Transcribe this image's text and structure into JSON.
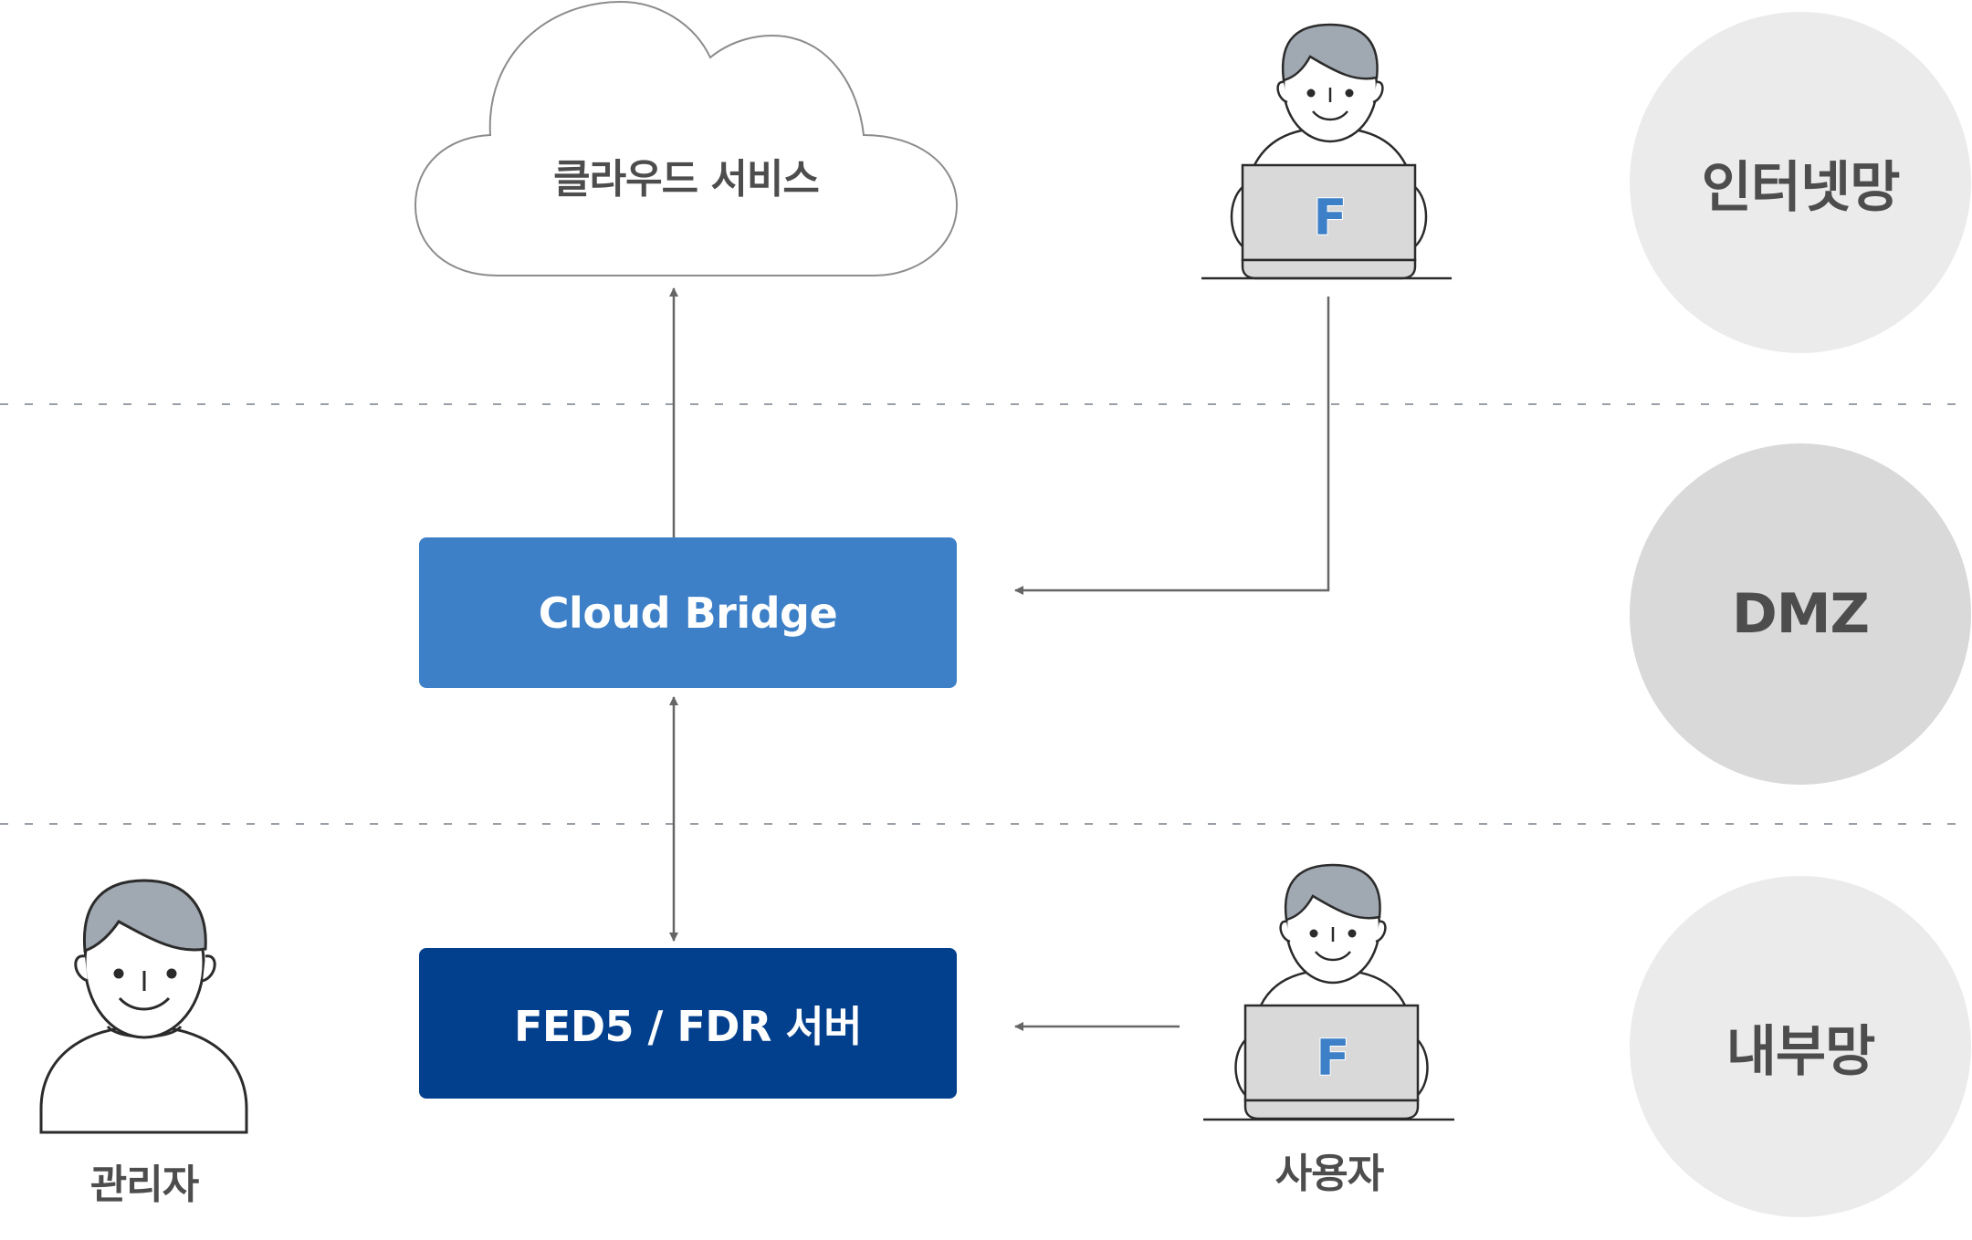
{
  "zones": [
    {
      "label": "인터넷망",
      "shade": "light"
    },
    {
      "label": "DMZ",
      "shade": "mid"
    },
    {
      "label": "내부망",
      "shade": "light"
    }
  ],
  "nodes": {
    "cloud_service": {
      "label": "클라우드 서비스"
    },
    "cloud_bridge": {
      "label": "Cloud Bridge",
      "color": "#3d80c7"
    },
    "fed_server": {
      "label": "FED5 / FDR 서버",
      "color": "#023f8c"
    }
  },
  "actors": {
    "internet_user": {
      "label": "",
      "laptop_logo": "F"
    },
    "internal_user": {
      "label": "사용자",
      "laptop_logo": "F"
    },
    "admin": {
      "label": "관리자"
    }
  },
  "connections": [
    {
      "from": "cloud_bridge",
      "to": "cloud_service",
      "direction": "one-way"
    },
    {
      "from": "internet_user",
      "to": "cloud_bridge",
      "direction": "one-way"
    },
    {
      "from": "cloud_bridge",
      "to": "fed_server",
      "direction": "two-way"
    },
    {
      "from": "internal_user",
      "to": "fed_server",
      "direction": "one-way"
    }
  ],
  "colors": {
    "text": "#4d4d4d",
    "hair": "#a0a8b1",
    "laptop": "#d9d9d9",
    "logo": "#3d80c7",
    "line": "#666666",
    "dash": "#9a9fa6",
    "cloud_stroke": "#8c8c8c"
  }
}
